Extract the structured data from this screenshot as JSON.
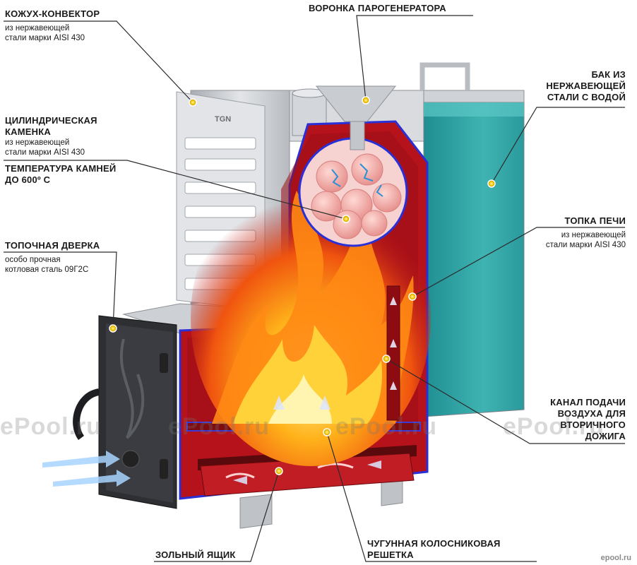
{
  "labels": {
    "convector": {
      "title": "КОЖУХ-КОНВЕКТОР",
      "sub": [
        "из нержавеющей",
        "стали марки AISI 430"
      ]
    },
    "funnel": {
      "title": "ВОРОНКА ПАРОГЕНЕРАТОРА"
    },
    "tank": {
      "title": [
        "БАК ИЗ",
        "НЕРЖАВЕЮЩЕЙ",
        "СТАЛИ С ВОДОЙ"
      ]
    },
    "heater": {
      "title": [
        "ЦИЛИНДРИЧЕСКАЯ",
        "КАМЕНКА"
      ],
      "sub": [
        "из нержавеющей",
        "стали марки AISI 430"
      ],
      "temp": [
        "ТЕМПЕРАТУРА КАМНЕЙ",
        "ДО 600º С"
      ]
    },
    "door": {
      "title": "ТОПОЧНАЯ ДВЕРКА",
      "sub": [
        "особо прочная",
        "котловая сталь 09Г2С"
      ]
    },
    "firebox": {
      "title": "ТОПКА ПЕЧИ",
      "sub": [
        "из нержавеющей",
        "стали марки AISI 430"
      ]
    },
    "air_channel": {
      "title": [
        "КАНАЛ ПОДАЧИ",
        "ВОЗДУХА ДЛЯ",
        "ВТОРИЧНОГО",
        "ДОЖИГА"
      ]
    },
    "ash_box": {
      "title": "ЗОЛЬНЫЙ ЯЩИК"
    },
    "grate": {
      "title": [
        "ЧУГУННАЯ КОЛОСНИКОВАЯ",
        "РЕШЕТКА"
      ]
    }
  },
  "brand": "TGN",
  "watermark": "ePool.ru",
  "watermark_small": "epool.ru",
  "colors": {
    "accent_dot": "#f2c200",
    "firebox_red": "#b5121b",
    "outline_blue": "#2a2fd6",
    "water": "#2fa3a3",
    "steel": "#c9ccd0"
  }
}
